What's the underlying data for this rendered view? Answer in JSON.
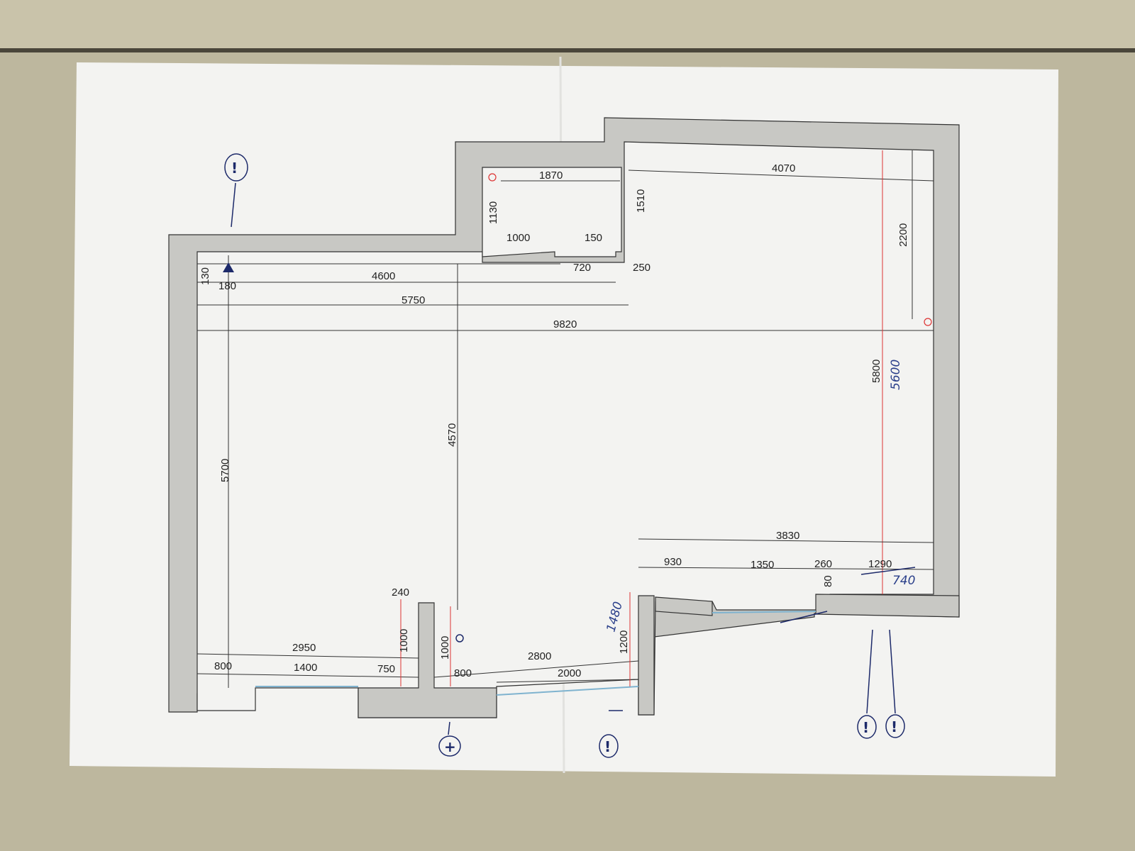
{
  "plan": {
    "top_dimensions": {
      "a": "1870",
      "b": "4070",
      "c": "1130",
      "d": "1510",
      "e": "1000",
      "f": "150",
      "g": "720",
      "h": "250",
      "i": "2200",
      "j": "4600",
      "k": "5750",
      "l": "9820",
      "m": "130",
      "n": "180"
    },
    "vertical_dimensions": {
      "left": "5700",
      "middle": "4570",
      "right": "5800",
      "right_handwritten": "5600"
    },
    "bottom_dimensions": {
      "a": "3830",
      "b": "930",
      "c": "1350",
      "d": "260",
      "e": "1290",
      "f": "80",
      "g": "740",
      "h": "240",
      "i": "1000",
      "j": "1000",
      "k": "2950",
      "l": "800",
      "m": "1400",
      "n": "750",
      "o": "800",
      "p": "2800",
      "q": "2000",
      "r": "1200",
      "s": "1480"
    },
    "marks": {
      "exclamation": "!",
      "plus": "+"
    }
  }
}
